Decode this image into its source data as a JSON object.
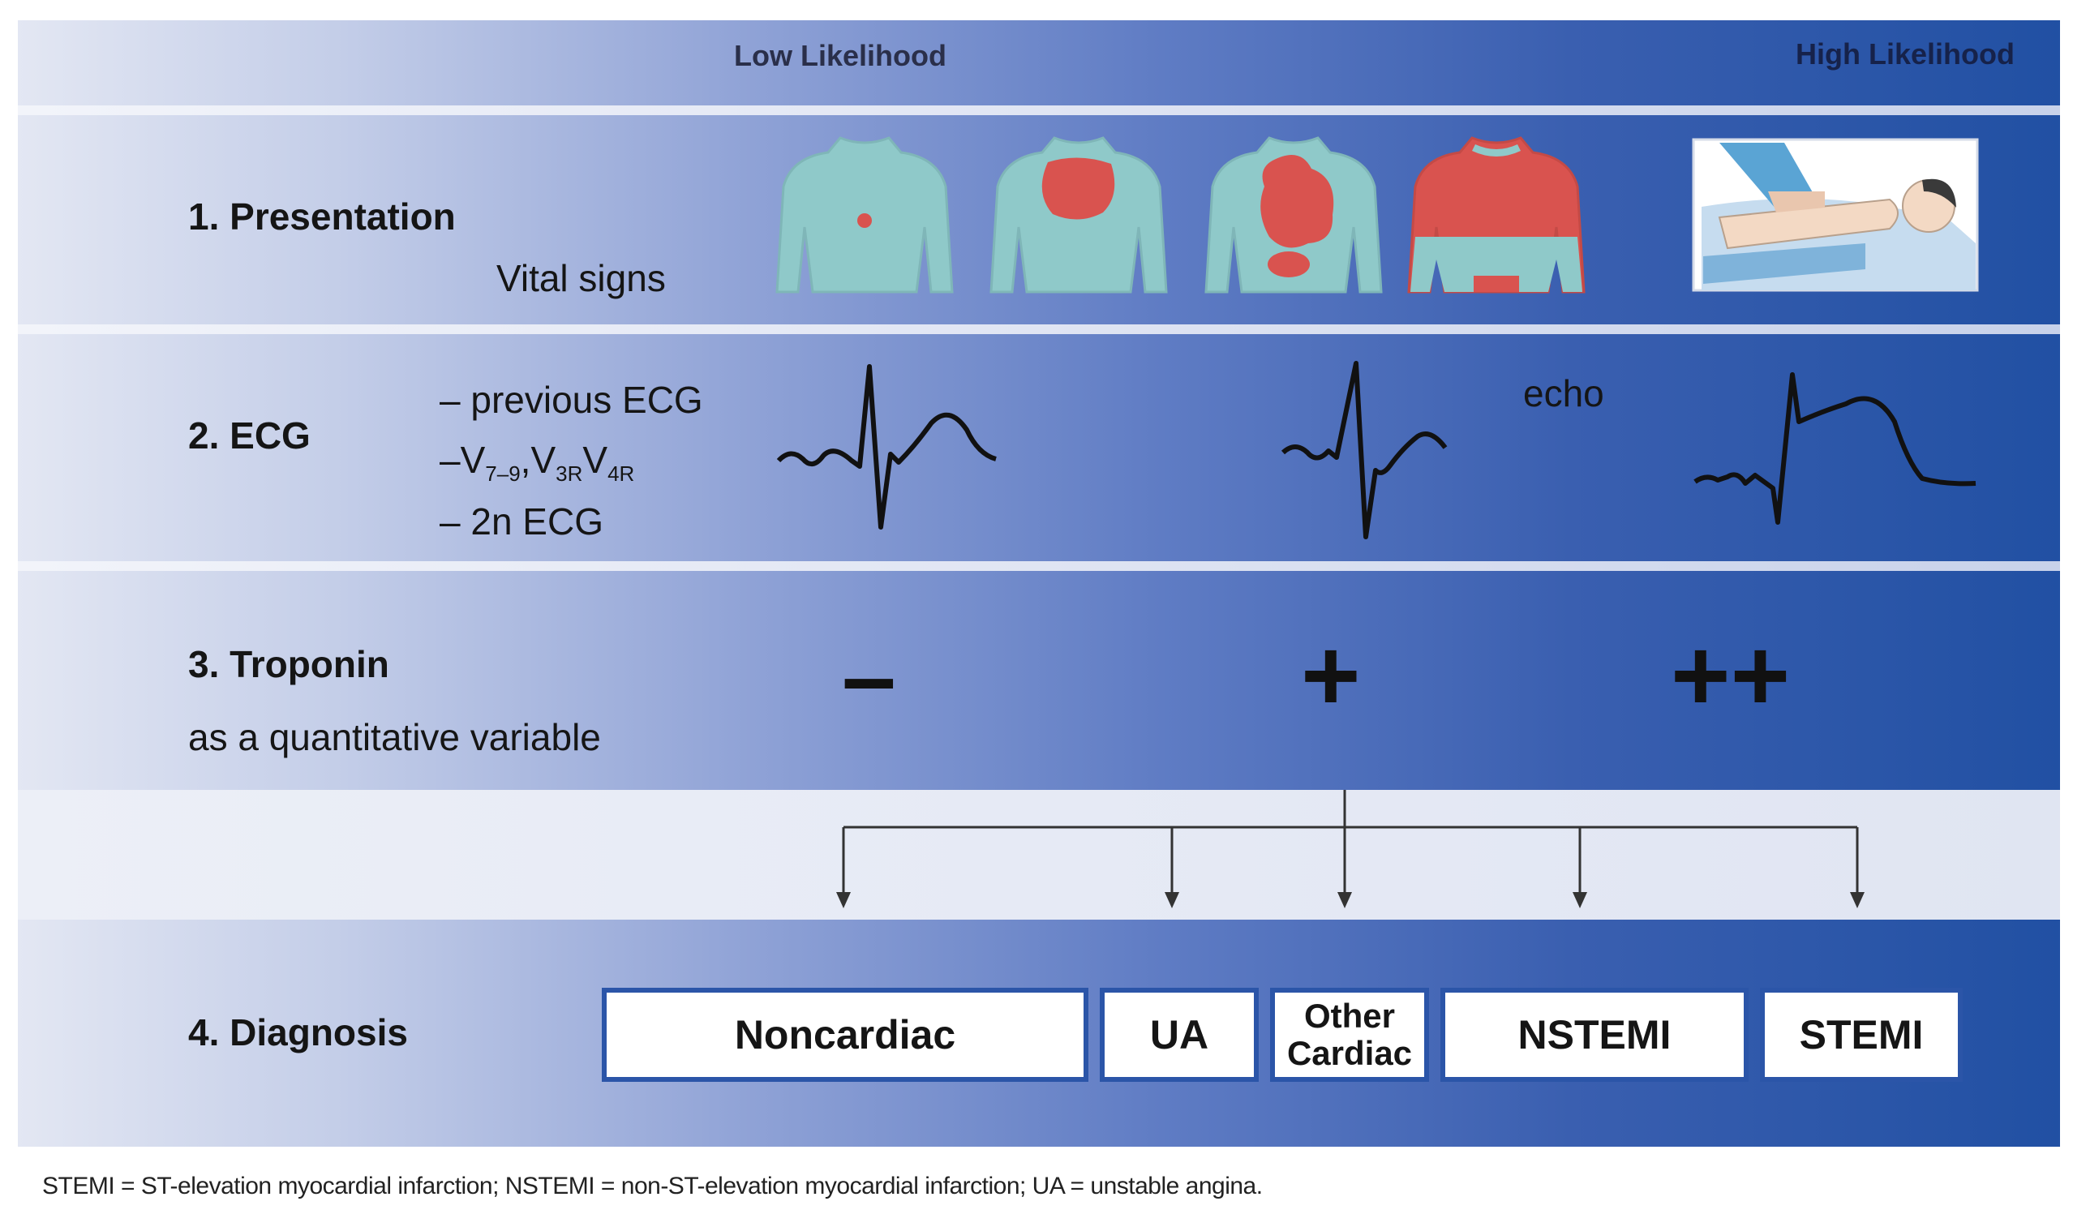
{
  "header": {
    "low": "Low Likelihood",
    "high": "High Likelihood"
  },
  "rows": {
    "presentation": {
      "title": "1. Presentation",
      "sub": "Vital signs"
    },
    "ecg": {
      "title": "2. ECG",
      "items": [
        "– previous ECG",
        "– 2n ECG"
      ],
      "leads": {
        "dash": "–",
        "v1": "V",
        "s1": "7–9",
        "comma": ",",
        "v2": "V",
        "s2": "3R",
        "v3": "V",
        "s3": "4R"
      },
      "echo": "echo"
    },
    "troponin": {
      "title": "3. Troponin",
      "sub": "as a quantitative variable",
      "levels": [
        "–",
        "+",
        "++"
      ]
    },
    "diagnosis": {
      "title": "4. Diagnosis"
    }
  },
  "diagnoses": [
    "Noncardiac",
    "UA",
    "Other Cardiac",
    "NSTEMI",
    "STEMI"
  ],
  "footnote": "STEMI = ST-elevation myocardial infarction; NSTEMI = non-ST-elevation myocardial infarction; UA = unstable angina.",
  "icons": [
    "torso-small-pain-icon",
    "torso-central-pain-icon",
    "torso-spreading-pain-icon",
    "torso-diffuse-pain-icon",
    "cpr-resuscitation-icon"
  ],
  "colors": {
    "band_dark": "#2150a3",
    "band_light": "#e3e7f3",
    "pain": "#d9534f",
    "skin": "#8fc9c9",
    "box_border": "#2b55a8"
  }
}
